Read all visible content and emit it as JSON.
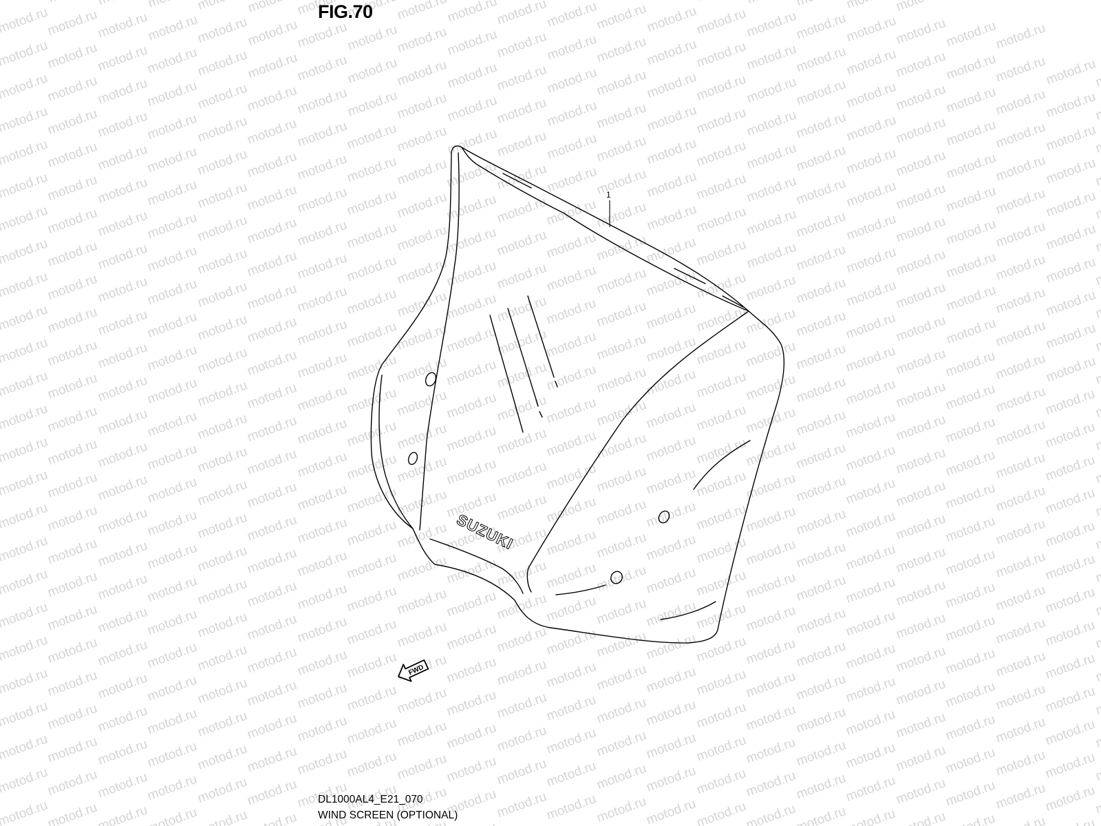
{
  "figure": {
    "title": "FIG.70",
    "code": "DL1000AL4_E21_070",
    "caption": "WIND SCREEN (OPTIONAL)"
  },
  "parts": [
    {
      "ref": "1",
      "name": "wind-screen"
    }
  ],
  "labels": {
    "brand": "SUZUKI",
    "forward_arrow": "FWD"
  },
  "watermark": {
    "text": "motod.ru",
    "color": "#d4d4d4"
  },
  "colors": {
    "line": "#000000",
    "background": "#ffffff"
  }
}
